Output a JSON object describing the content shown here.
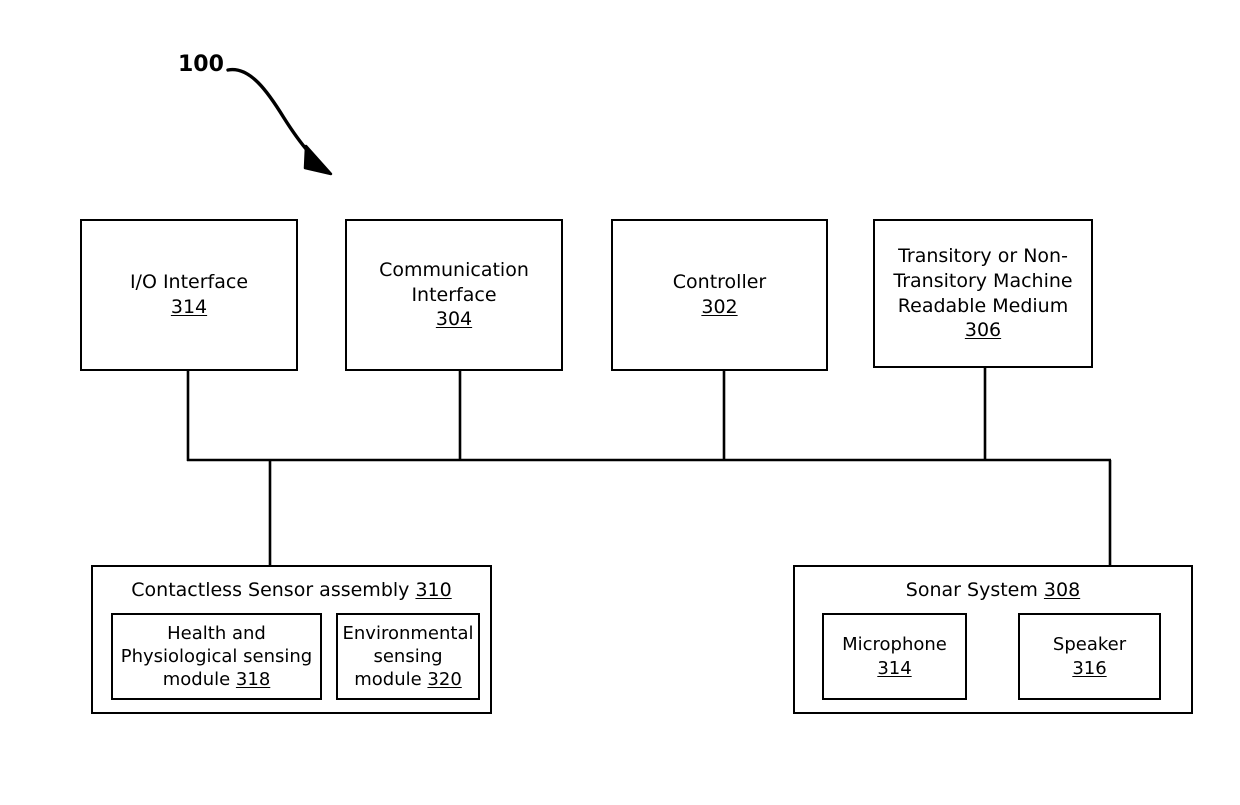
{
  "figure": {
    "label": "100",
    "arrow_icon": "curved-arrow-icon"
  },
  "top_row": [
    {
      "name": "io-interface",
      "lines": [
        "I/O Interface"
      ],
      "ref": "314"
    },
    {
      "name": "communication-interface",
      "lines": [
        "Communication",
        "Interface"
      ],
      "ref": "304"
    },
    {
      "name": "controller",
      "lines": [
        "Controller"
      ],
      "ref": "302"
    },
    {
      "name": "machine-readable-medium",
      "lines": [
        "Transitory or Non-",
        "Transitory Machine",
        "Readable Medium"
      ],
      "ref": "306"
    }
  ],
  "contactless_group": {
    "title": "Contactless Sensor assembly",
    "ref": "310",
    "modules": [
      {
        "name": "health-physiological-sensing-module",
        "lines": [
          "Health and",
          "Physiological sensing",
          "module"
        ],
        "ref": "318"
      },
      {
        "name": "environmental-sensing-module",
        "lines": [
          "Environmental",
          "sensing",
          "module"
        ],
        "ref": "320"
      }
    ]
  },
  "sonar_group": {
    "title": "Sonar System",
    "ref": "308",
    "modules": [
      {
        "name": "microphone",
        "lines": [
          "Microphone"
        ],
        "ref": "314"
      },
      {
        "name": "speaker",
        "lines": [
          "Speaker"
        ],
        "ref": "316"
      }
    ]
  },
  "colors": {
    "stroke": "#000000",
    "fill": "#ffffff"
  }
}
